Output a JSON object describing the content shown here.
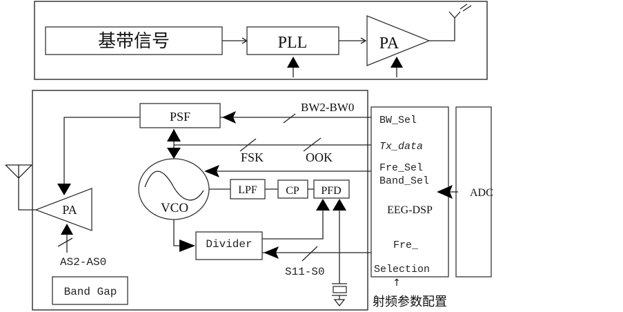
{
  "top_block": {
    "baseband_label": "基带信号",
    "pll_label": "PLL",
    "pa_label": "PA"
  },
  "bottom_block": {
    "psf_label": "PSF",
    "vco_label": "VCO",
    "lpf_label": "LPF",
    "cp_label": "CP",
    "pfd_label": "PFD",
    "divider_label": "Divider",
    "pa_label": "PA",
    "band_gap_label": "Band Gap",
    "bus_labels": {
      "bw": "BW2-BW0",
      "fsk": "FSK",
      "ook": "OOK",
      "as": "AS2-AS0",
      "s": "S11-S0"
    }
  },
  "dsp_block": {
    "bw_sel": "BW_Sel",
    "tx_data": "Tx_data",
    "fre_sel": "Fre_Sel",
    "band_sel": "Band_Sel",
    "title": "EEG-DSP",
    "fre_selection_line1": "Fre_",
    "fre_selection_line2": "Selection"
  },
  "adc_label": "ADC",
  "rf_config_caption": "射频参数配置",
  "rf_config_arrow": "↑"
}
